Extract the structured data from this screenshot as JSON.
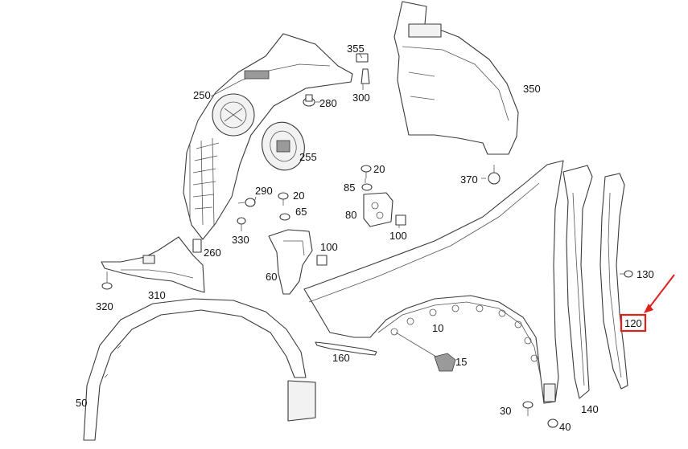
{
  "diagram": {
    "callouts": {
      "c10": "10",
      "c15": "15",
      "c20a": "20",
      "c20b": "20",
      "c30": "30",
      "c40": "40",
      "c50": "50",
      "c60": "60",
      "c65": "65",
      "c80": "80",
      "c85": "85",
      "c100a": "100",
      "c100b": "100",
      "c120": "120",
      "c130": "130",
      "c140": "140",
      "c160": "160",
      "c250": "250",
      "c255": "255",
      "c260": "260",
      "c280": "280",
      "c290": "290",
      "c300": "300",
      "c310": "310",
      "c320": "320",
      "c330": "330",
      "c350": "350",
      "c355": "355",
      "c370": "370"
    },
    "highlight": {
      "part": "120",
      "color": "#e0201b"
    }
  }
}
